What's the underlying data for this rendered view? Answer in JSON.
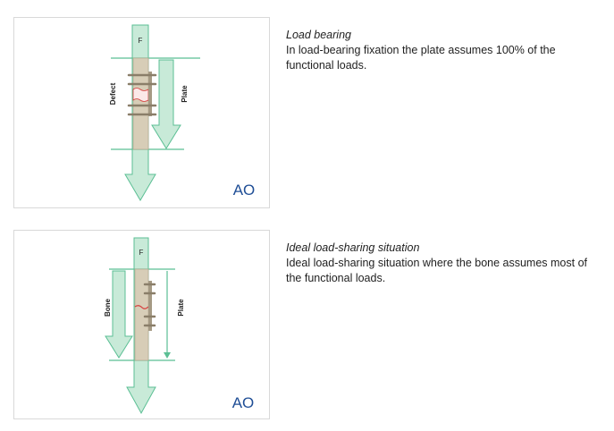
{
  "items": [
    {
      "heading": "Load bearing",
      "body": "In load-bearing fixation the plate assumes 100% of the functional loads.",
      "figure": {
        "force_label": "F",
        "left_label": "Defect",
        "right_label": "Plate",
        "logo": "AO"
      }
    },
    {
      "heading": "Ideal load-sharing situation",
      "body": "Ideal load-sharing situation where the bone assumes most of the functional loads.",
      "figure": {
        "force_label": "F",
        "left_label": "Bone",
        "right_label": "Plate",
        "logo": "AO"
      }
    }
  ],
  "colors": {
    "arrow_fill": "#c8ead8",
    "arrow_stroke": "#5bbf94",
    "bone": "#d7cdb7",
    "screw": "#8a7e69",
    "fracture": "#d63b3b",
    "logo": "#1f4e96"
  }
}
